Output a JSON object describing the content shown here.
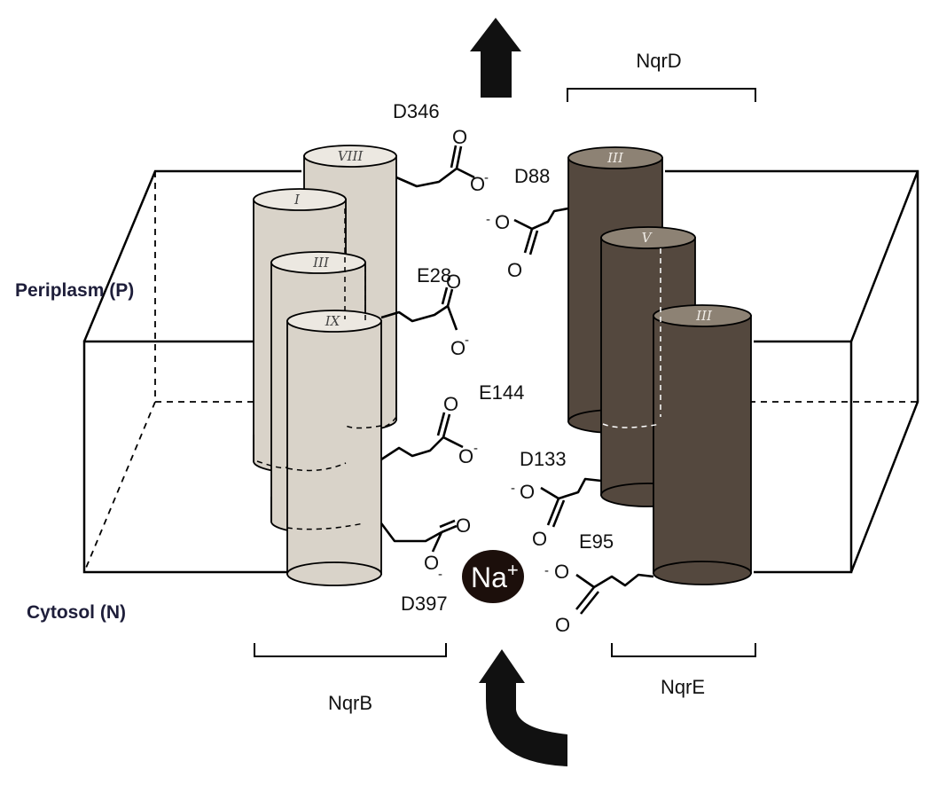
{
  "regions": {
    "periplasm": "Periplasm (P)",
    "cytosol": "Cytosol (N)"
  },
  "subunits": {
    "nqrb": "NqrB",
    "nqrd": "NqrD",
    "nqre": "NqrE"
  },
  "residues": {
    "d346": "D346",
    "e28": "E28",
    "e144": "E144",
    "d397": "D397",
    "d88": "D88",
    "d133": "D133",
    "e95": "E95"
  },
  "helices": {
    "nqrb_viii": "VIII",
    "nqrb_i": "I",
    "nqrb_iii": "III",
    "nqrb_ix": "IX",
    "nqrd_iii": "III",
    "nqrd_v": "V",
    "nqre_iii": "III"
  },
  "ion": {
    "label": "Na",
    "charge": "+"
  },
  "atoms": {
    "oxygen": "O",
    "minus": "-"
  },
  "colors": {
    "nqrb_helix": "#d9d3c9",
    "nqrb_helix_top": "#ece8e1",
    "nqrd_nqre_helix": "#54483e",
    "nqrd_nqre_helix_top": "#8d8274",
    "arrow": "#111111",
    "ion": "#1c0f0b"
  }
}
